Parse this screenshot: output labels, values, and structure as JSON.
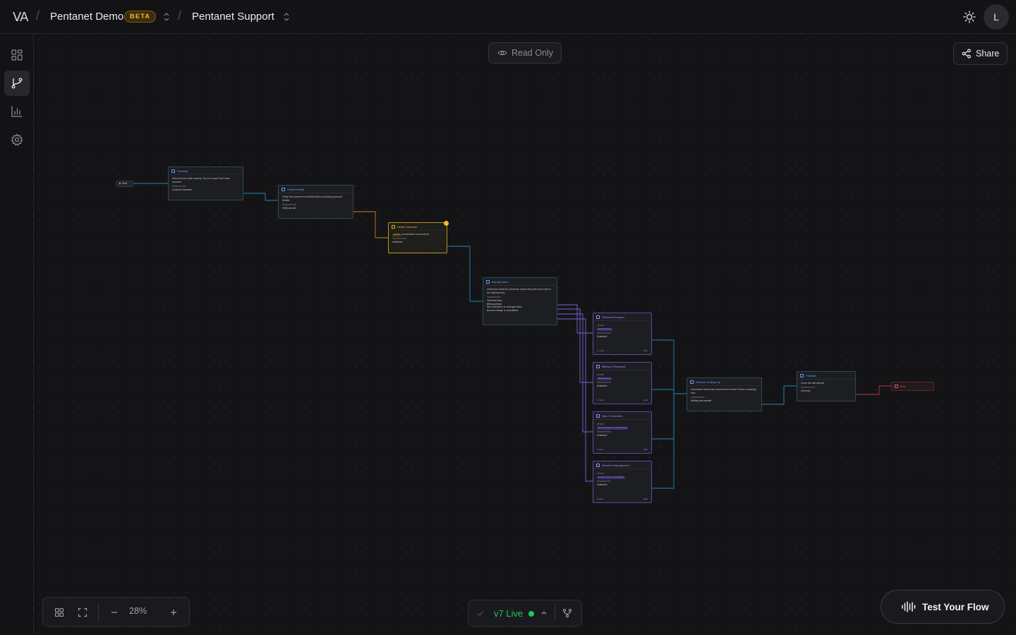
{
  "header": {
    "logo": "VA",
    "project": "Pentanet Demo",
    "project_badge": "BETA",
    "flow": "Pentanet Support",
    "avatar_initial": "L"
  },
  "sidebar": {
    "items": [
      {
        "icon": "dashboard-grid-icon"
      },
      {
        "icon": "flow-branch-icon"
      },
      {
        "icon": "analytics-bars-icon"
      },
      {
        "icon": "settings-gear-icon"
      }
    ]
  },
  "canvas": {
    "readonly_label": "Read Only",
    "share_label": "Share",
    "zoom": "28%",
    "version_label": "v7 Live",
    "test_flow_label": "Test Your Flow"
  },
  "flow": {
    "start": "Start",
    "end": "End",
    "greeting": {
      "title": "Greeting",
      "text": "Welcome the caller warmly. You're a local Perth team member.",
      "tr_label": "TRANSITIONS",
      "t1": "Customer responds"
    },
    "verify_identity": {
      "title": "Verify Identity",
      "text": "Verify the customer's identity before accessing account details.",
      "tr_label": "TRANSITIONS",
      "t1": "Verify account"
    },
    "verify_customer": {
      "title": "Verify Customer",
      "text": "an pentanet.com.au/cust",
      "badge": "FETCH",
      "tr_label": "TRANSITIONS",
      "t1": "Unlabeled"
    },
    "identify_issue": {
      "title": "Identify Issue",
      "text": "Determine what the customer needs help with and route to the right journey.",
      "tr_label": "TRANSITIONS",
      "t1": "Technical issue",
      "t2": "Billing question",
      "t3": "New connection or coverage check",
      "t4": "Account change or cancellation"
    },
    "technical_support": {
      "title": "Technical Support",
      "tag": "Technical issue",
      "tr_label": "TRANSITIONS",
      "t1": "Unlabeled",
      "steps": "11 nodes",
      "clear": "Clear"
    },
    "billing": {
      "title": "Billing & Payments",
      "tag": "Billing question",
      "tr_label": "TRANSITIONS",
      "t1": "Unlabeled",
      "steps": "11 nodes",
      "clear": "Clear"
    },
    "new_connection": {
      "title": "New Connection",
      "tag": "New connection or coverage check",
      "tr_label": "TRANSITIONS",
      "t1": "Unlabeled",
      "steps": "9 nodes",
      "clear": "Clear"
    },
    "account_mgmt": {
      "title": "Account Management",
      "tag": "Account change or cancellation",
      "tr_label": "TRANSITIONS",
      "t1": "Unlabeled",
      "steps": "8 nodes",
      "clear": "Clear"
    },
    "resolve": {
      "title": "Resolve & Wrap Up",
      "text": "Summarise what was resolved and check if there's anything else.",
      "tr_label": "TRANSITIONS",
      "t1": "Nothing else needed"
    },
    "farewell": {
      "title": "Farewell",
      "text": "Close the call warmly.",
      "tr_label": "TRANSITIONS",
      "t1": "Call ends"
    }
  },
  "colors": {
    "accent_blue": "#60a5fa",
    "accent_purple": "#a78bfa",
    "accent_yellow": "#f5b82e",
    "live_green": "#22c55e",
    "end_red": "#e05a6a"
  }
}
